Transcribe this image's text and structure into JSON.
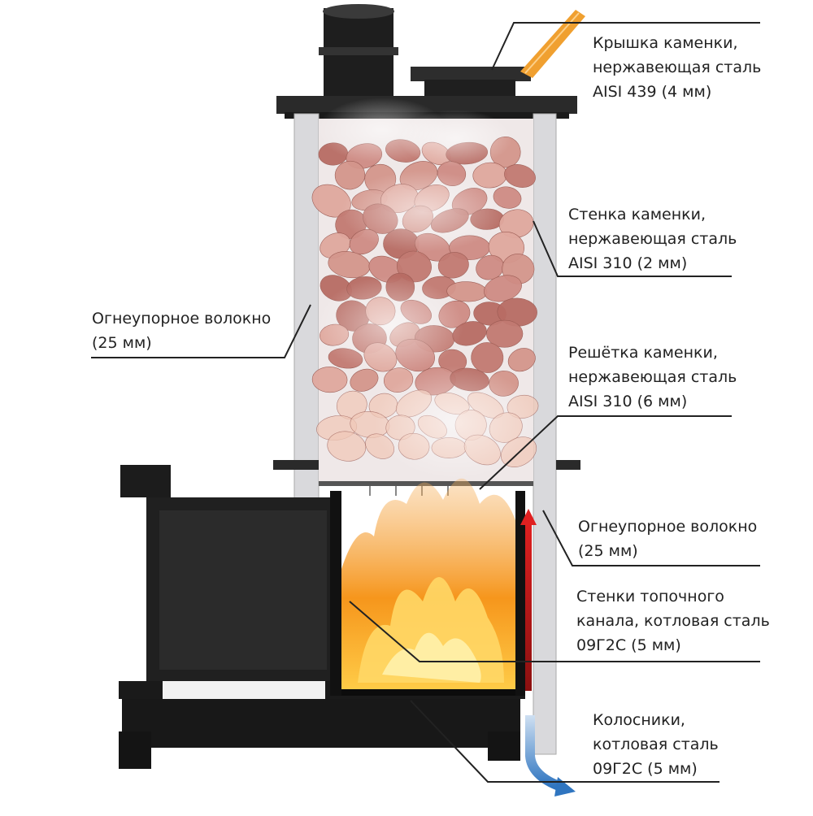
{
  "labels": [
    {
      "id": "lid",
      "lines": [
        "Крышка каменки,",
        "нержавеющая сталь",
        "AISI 439 (4 мм)"
      ]
    },
    {
      "id": "wall",
      "lines": [
        "Стенка каменки,",
        "нержавеющая сталь",
        "AISI 310 (2 мм)"
      ]
    },
    {
      "id": "fiber-left",
      "lines": [
        "Огнеупорное волокно",
        "(25 мм)"
      ]
    },
    {
      "id": "grate",
      "lines": [
        "Решётка каменки,",
        "нержавеющая сталь",
        "AISI 310 (6 мм)"
      ]
    },
    {
      "id": "fiber-right",
      "lines": [
        "Огнеупорное волокно",
        "(25 мм)"
      ]
    },
    {
      "id": "channel",
      "lines": [
        "Стенки топочного",
        "канала, котловая сталь",
        "09Г2С (5 мм)"
      ]
    },
    {
      "id": "grates-bottom",
      "lines": [
        "Колосники,",
        "котловая сталь",
        "09Г2С (5 мм)"
      ]
    }
  ],
  "colors": {
    "steel": "#2a2a2a",
    "fiber": "#d9d9dc",
    "stone": "#c9837a",
    "fire": "#f39a1e",
    "flame_core": "#ffd766",
    "hot_air": "#d81f1f",
    "cold_air": "#2f75c0",
    "poker": "#f0a030",
    "leader": "#222222"
  }
}
